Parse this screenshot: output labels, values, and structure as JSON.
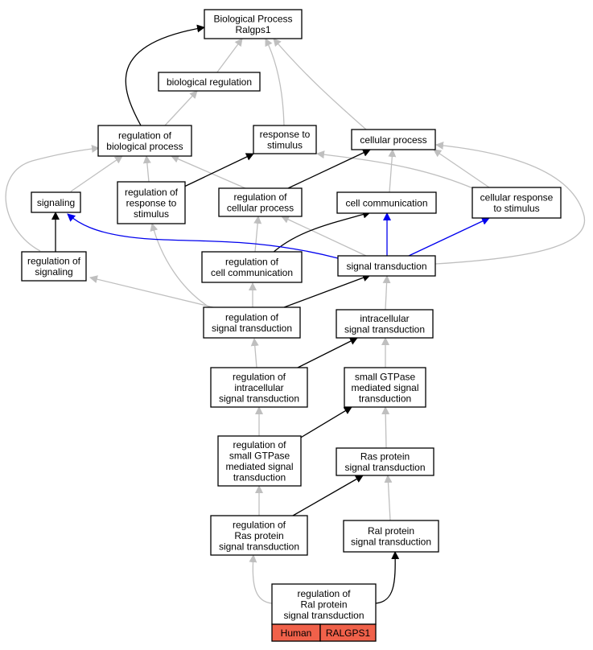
{
  "colors": {
    "plain": "#bfbfbf",
    "regulates": "#000000",
    "signal": "#0000ee",
    "tag_fill": "#f0614a"
  },
  "nodes": {
    "bp": {
      "lines": [
        "Biological Process",
        "Ralgps1"
      ]
    },
    "bioreg": {
      "lines": [
        "biological regulation"
      ]
    },
    "regbp": {
      "lines": [
        "regulation of",
        "biological process"
      ]
    },
    "resp": {
      "lines": [
        "response to",
        "stimulus"
      ]
    },
    "cellproc": {
      "lines": [
        "cellular process"
      ]
    },
    "sig": {
      "lines": [
        "signaling"
      ]
    },
    "regresp": {
      "lines": [
        "regulation of",
        "response to",
        "stimulus"
      ]
    },
    "regcell": {
      "lines": [
        "regulation of",
        "cellular process"
      ]
    },
    "cellcomm": {
      "lines": [
        "cell communication"
      ]
    },
    "cellresp": {
      "lines": [
        "cellular response",
        "to stimulus"
      ]
    },
    "regsig": {
      "lines": [
        "regulation of",
        "signaling"
      ]
    },
    "regcc": {
      "lines": [
        "regulation of",
        "cell communication"
      ]
    },
    "st": {
      "lines": [
        "signal transduction"
      ]
    },
    "regst": {
      "lines": [
        "regulation of",
        "signal transduction"
      ]
    },
    "ist": {
      "lines": [
        "intracellular",
        "signal transduction"
      ]
    },
    "regist": {
      "lines": [
        "regulation of",
        "intracellular",
        "signal transduction"
      ]
    },
    "sgt": {
      "lines": [
        "small GTPase",
        "mediated signal",
        "transduction"
      ]
    },
    "regsgt": {
      "lines": [
        "regulation of",
        "small GTPase",
        "mediated signal",
        "transduction"
      ]
    },
    "ras": {
      "lines": [
        "Ras protein",
        "signal transduction"
      ]
    },
    "regras": {
      "lines": [
        "regulation of",
        "Ras protein",
        "signal transduction"
      ]
    },
    "ral": {
      "lines": [
        "Ral protein",
        "signal transduction"
      ]
    },
    "regral": {
      "lines": [
        "regulation of",
        "Ral protein",
        "signal transduction"
      ]
    }
  },
  "tags": [
    "Human",
    "RALGPS1"
  ]
}
